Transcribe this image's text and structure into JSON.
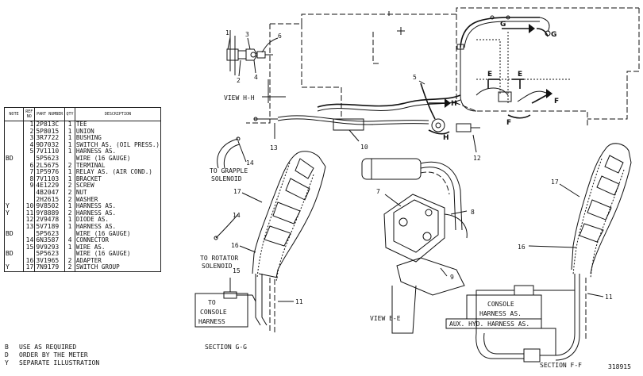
{
  "table": {
    "headers": {
      "note": "NOTE",
      "ref": "REF NO",
      "part": "PART NUMBER",
      "qty": "QTY",
      "desc": "DESCRIPTION"
    },
    "rows": [
      {
        "note": "",
        "ref": "1",
        "part": "2P813C",
        "qty": "1",
        "desc": "TEE"
      },
      {
        "note": "",
        "ref": "2",
        "part": "5P8015",
        "qty": "1",
        "desc": "UNION"
      },
      {
        "note": "",
        "ref": "3",
        "part": "3R7722",
        "qty": "1",
        "desc": "BUSHING"
      },
      {
        "note": "",
        "ref": "4",
        "part": "9D7032",
        "qty": "1",
        "desc": "SWITCH AS. (OIL PRESS.)"
      },
      {
        "note": "",
        "ref": "5",
        "part": "7V1110",
        "qty": "1",
        "desc": "HARNESS AS."
      },
      {
        "note": "BD",
        "ref": "",
        "part": "5P5623",
        "qty": "",
        "desc": "WIRE (16 GAUGE)"
      },
      {
        "note": "",
        "ref": "6",
        "part": "2L5675",
        "qty": "2",
        "desc": "TERMINAL"
      },
      {
        "note": "",
        "ref": "7",
        "part": "1P5976",
        "qty": "1",
        "desc": "RELAY AS. (AIR COND.)"
      },
      {
        "note": "",
        "ref": "8",
        "part": "7V1103",
        "qty": "1",
        "desc": "BRACKET"
      },
      {
        "note": "",
        "ref": "9",
        "part": "4E1229",
        "qty": "2",
        "desc": "SCREW"
      },
      {
        "note": "",
        "ref": "",
        "part": "4B2047",
        "qty": "2",
        "desc": "NUT"
      },
      {
        "note": "",
        "ref": "",
        "part": "2H2615",
        "qty": "2",
        "desc": "WASHER"
      },
      {
        "note": "Y",
        "ref": "10",
        "part": "9V8502",
        "qty": "1",
        "desc": "HARNESS AS."
      },
      {
        "note": "Y",
        "ref": "11",
        "part": "9Y8889",
        "qty": "2",
        "desc": "HARNESS AS."
      },
      {
        "note": "",
        "ref": "12",
        "part": "2V9478",
        "qty": "1",
        "desc": "DIODE AS."
      },
      {
        "note": "",
        "ref": "13",
        "part": "5V7189",
        "qty": "1",
        "desc": "HARNESS AS."
      },
      {
        "note": "BD",
        "ref": "",
        "part": "5P5623",
        "qty": "",
        "desc": "WIRE (16 GAUGE)"
      },
      {
        "note": "",
        "ref": "14",
        "part": "6N3587",
        "qty": "4",
        "desc": "CONNECTOR"
      },
      {
        "note": "",
        "ref": "15",
        "part": "9V9293",
        "qty": "1",
        "desc": "WIRE AS."
      },
      {
        "note": "BD",
        "ref": "",
        "part": "5P5623",
        "qty": "",
        "desc": "WIRE (16 GAUGE)"
      },
      {
        "note": "",
        "ref": "16",
        "part": "3V1965",
        "qty": "2",
        "desc": "ADAPTER"
      },
      {
        "note": "Y",
        "ref": "17",
        "part": "7N9179",
        "qty": "2",
        "desc": "SWITCH GROUP"
      }
    ]
  },
  "legend": [
    {
      "code": "B",
      "text": "USE AS REQUIRED"
    },
    {
      "code": "D",
      "text": "ORDER BY THE METER"
    },
    {
      "code": "Y",
      "text": "SEPARATE ILLUSTRATION"
    }
  ],
  "labels": {
    "view_hh": "VIEW H-H",
    "view_ee": "VIEW E-E",
    "section_gg": "SECTION G-G",
    "section_ff": "SECTION F-F",
    "to_grapple_1": "TO GRAPPLE",
    "to_grapple_2": "SOLENOID",
    "to_rotator_1": "TO ROTATOR",
    "to_rotator_2": "SOLENOID",
    "to_console_1": "TO",
    "to_console_2": "CONSOLE",
    "to_console_3": "HARNESS",
    "console_harness_1": "CONSOLE",
    "console_harness_2": "HARNESS AS.",
    "aux_hyd": "AUX. HYD. HARNESS AS.",
    "drawing_no": "318915",
    "sec_g": "G",
    "sec_h": "H",
    "sec_e": "E",
    "sec_f": "F"
  },
  "callouts": {
    "c1": "1",
    "c2": "2",
    "c3": "3",
    "c4": "4",
    "c5": "5",
    "c6": "6",
    "c7": "7",
    "c8": "8",
    "c9": "9",
    "c10": "10",
    "c11": "11",
    "c12": "12",
    "c13": "13",
    "c14": "14",
    "c15": "15",
    "c16": "16",
    "c17": "17"
  }
}
